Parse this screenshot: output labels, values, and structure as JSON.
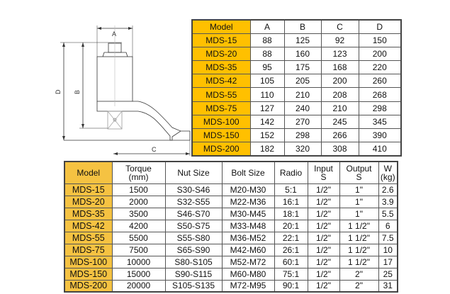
{
  "drawing": {
    "labels": {
      "a": "A",
      "b": "B",
      "c": "C",
      "d": "D"
    }
  },
  "dimension_table": {
    "headers": [
      "Model",
      "A",
      "B",
      "C",
      "D"
    ],
    "rows": [
      [
        "MDS-15",
        "88",
        "125",
        "92",
        "150"
      ],
      [
        "MDS-20",
        "88",
        "160",
        "123",
        "200"
      ],
      [
        "MDS-35",
        "95",
        "175",
        "168",
        "220"
      ],
      [
        "MDS-42",
        "105",
        "205",
        "200",
        "260"
      ],
      [
        "MDS-55",
        "110",
        "210",
        "208",
        "268"
      ],
      [
        "MDS-75",
        "127",
        "240",
        "210",
        "298"
      ],
      [
        "MDS-100",
        "142",
        "270",
        "245",
        "345"
      ],
      [
        "MDS-150",
        "152",
        "298",
        "266",
        "390"
      ],
      [
        "MDS-200",
        "182",
        "320",
        "308",
        "410"
      ]
    ]
  },
  "spec_table": {
    "headers": [
      [
        "Model",
        ""
      ],
      [
        "Torque",
        "(mm)"
      ],
      [
        "Nut Size",
        ""
      ],
      [
        "Bolt Size",
        ""
      ],
      [
        "Radio",
        ""
      ],
      [
        "Input",
        "S"
      ],
      [
        "Output",
        "S"
      ],
      [
        "W",
        "(kg)"
      ]
    ],
    "rows": [
      [
        "MDS-15",
        "1500",
        "S30-S46",
        "M20-M30",
        "5:1",
        "1/2\"",
        "1\"",
        "2.6"
      ],
      [
        "MDS-20",
        "2000",
        "S32-S55",
        "M22-M36",
        "16:1",
        "1/2\"",
        "1\"",
        "3.9"
      ],
      [
        "MDS-35",
        "3500",
        "S46-S70",
        "M30-M45",
        "18:1",
        "1/2\"",
        "1\"",
        "5.5"
      ],
      [
        "MDS-42",
        "4200",
        "S50-S75",
        "M33-M48",
        "20:1",
        "1/2\"",
        "1 1/2\"",
        "6"
      ],
      [
        "MDS-55",
        "5500",
        "S55-S80",
        "M36-M52",
        "22:1",
        "1/2\"",
        "1 1/2\"",
        "7.5"
      ],
      [
        "MDS-75",
        "7500",
        "S65-S90",
        "M42-M60",
        "26:1",
        "1/2\"",
        "1 1/2\"",
        "10"
      ],
      [
        "MDS-100",
        "10000",
        "S80-S105",
        "M52-M72",
        "60:1",
        "1/2\"",
        "1 1/2\"",
        "17"
      ],
      [
        "MDS-150",
        "15000",
        "S90-S115",
        "M60-M80",
        "75:1",
        "1/2\"",
        "2\"",
        "25"
      ],
      [
        "MDS-200",
        "20000",
        "S105-S135",
        "M72-M95",
        "90:1",
        "1/2\"",
        "2\"",
        "31"
      ]
    ]
  }
}
